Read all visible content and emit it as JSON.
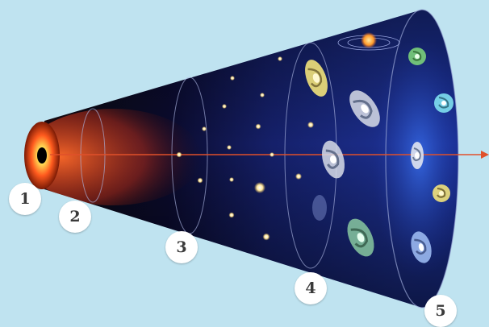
{
  "background_color": "#bfe3f0",
  "stages": [
    {
      "number": "1"
    },
    {
      "number": "2"
    },
    {
      "number": "3"
    },
    {
      "number": "4"
    },
    {
      "number": "5"
    }
  ],
  "colors": {
    "cone_dark": "#05051a",
    "cone_blue": "#1e3a9c",
    "time_arrow": "#e0502a",
    "big_bang": "#ff5a1e"
  }
}
